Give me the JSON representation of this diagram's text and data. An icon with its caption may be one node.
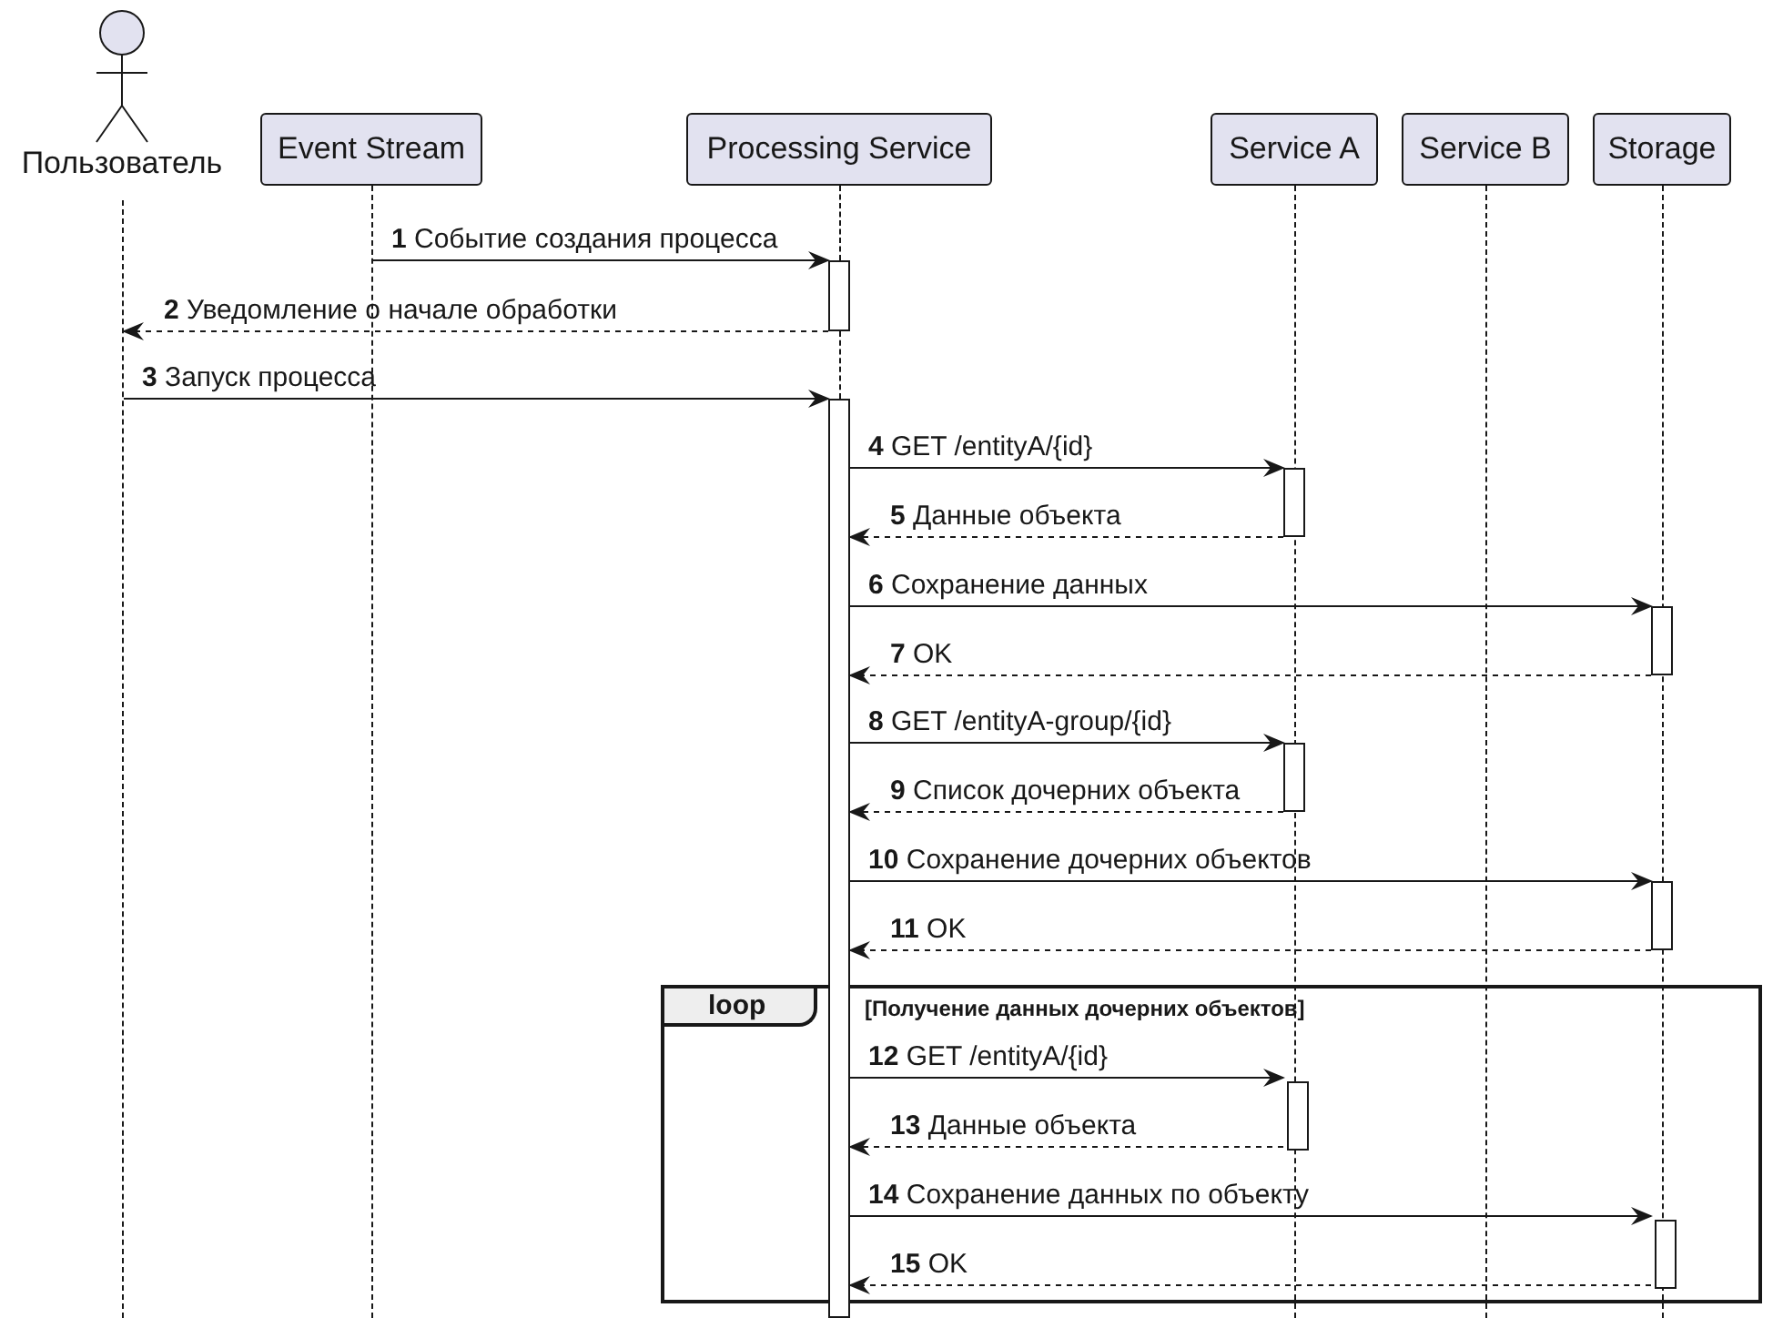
{
  "diagram": {
    "nodes": [
      {
        "text": [
          "Пользователь"
        ]
      },
      {
        "text": [
          "Event Stream"
        ]
      },
      {
        "text": [
          "Processing Service"
        ]
      },
      {
        "text": [
          "Service A"
        ]
      },
      {
        "text": [
          "Service B"
        ]
      },
      {
        "text": [
          "Storage"
        ]
      },
      {
        "text": [
          "loop",
          "[Получение данных дочерних объектов]"
        ]
      },
      {
        "text": [],
        "shape": "bar"
      },
      {
        "text": [],
        "shape": "bar"
      },
      {
        "text": [],
        "shape": "bar"
      },
      {
        "text": [],
        "shape": "bar"
      },
      {
        "text": [],
        "shape": "bar"
      },
      {
        "text": [],
        "shape": "bar"
      },
      {
        "text": [],
        "shape": "bar",
        "in": 6
      },
      {
        "text": [],
        "shape": "bar",
        "in": 6
      },
      {
        "text": [],
        "shape": "line"
      },
      {
        "text": [],
        "shape": "line"
      },
      {
        "text": [],
        "shape": "line"
      },
      {
        "text": [],
        "shape": "line"
      },
      {
        "text": [],
        "shape": "line"
      },
      {
        "text": [],
        "shape": "line"
      },
      {
        "text": [],
        "shape": "line"
      }
    ],
    "edges": [
      {
        "from": 16,
        "to": 7,
        "arrow": "to",
        "label": "**1** Событие создания процесса"
      },
      {
        "from": 7,
        "to": 15,
        "arrow": "to",
        "style": "dashed",
        "label": "**2** Уведомление о начале обработки"
      },
      {
        "from": 15,
        "to": 8,
        "arrow": "to",
        "label": "**3** Запуск процесса"
      },
      {
        "from": 8,
        "to": 9,
        "arrow": "to",
        "label": "**4** GET /entityA/{id}"
      },
      {
        "from": 9,
        "to": 8,
        "arrow": "to",
        "style": "dashed",
        "label": "**5** Данные объекта"
      },
      {
        "from": 8,
        "to": 10,
        "arrow": "to",
        "label": "**6** Сохранение данных"
      },
      {
        "from": 10,
        "to": 8,
        "arrow": "to",
        "style": "dashed",
        "label": "**7** OK"
      },
      {
        "from": 8,
        "to": 11,
        "arrow": "to",
        "label": "**8** GET /entityA-group/{id}"
      },
      {
        "from": 11,
        "to": 8,
        "arrow": "to",
        "style": "dashed",
        "label": "**9** Список дочерних объекта"
      },
      {
        "from": 8,
        "to": 12,
        "arrow": "to",
        "label": "**10** Сохранение дочерних объектов"
      },
      {
        "from": 12,
        "to": 8,
        "arrow": "to",
        "style": "dashed",
        "label": "**11** OK"
      },
      {
        "from": 8,
        "to": 13,
        "arrow": "to",
        "label": "**12** GET /entityA/{id}"
      },
      {
        "from": 13,
        "to": 8,
        "arrow": "to",
        "style": "dashed",
        "label": "**13** Данные объекта"
      },
      {
        "from": 8,
        "to": 14,
        "arrow": "to",
        "label": "**14** Сохранение данных по объекту"
      },
      {
        "from": 14,
        "to": 8,
        "arrow": "to",
        "style": "dashed",
        "label": "**15** OK"
      }
    ]
  }
}
